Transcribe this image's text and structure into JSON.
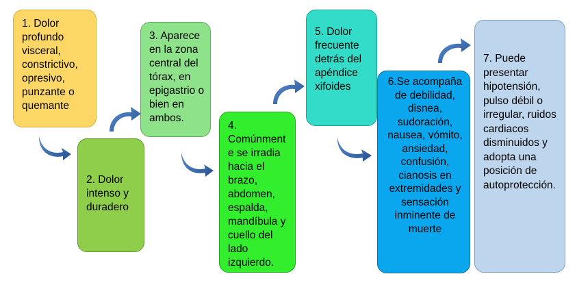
{
  "steps": [
    {
      "id": 1,
      "text": "1. Dolor profundo visceral, constrictivo, opresivo, punzante o quemante",
      "color": "#fdd766",
      "border": "#d9ad3a"
    },
    {
      "id": 2,
      "text": "2. Dolor intenso y duradero",
      "color": "#8ece4b",
      "border": "#5f9a2c"
    },
    {
      "id": 3,
      "text": "3. Aparece en la zona central del tórax, en epigastrio o bien en ambos.",
      "color": "#8ee28a",
      "border": "#5cae58"
    },
    {
      "id": 4,
      "text": "4. Comúnmente se irradia hacia el brazo, abdomen, espalda, mandíbula y cuello del lado izquierdo.",
      "color": "#33ee2c",
      "border": "#1fa81a"
    },
    {
      "id": 5,
      "text": "5. Dolor frecuente detrás del apéndice xifoides",
      "color": "#33dcc8",
      "border": "#1aa595"
    },
    {
      "id": 6,
      "text": "6.Se acompaña de debilidad, disnea, sudoración, nausea, vómito, ansiedad, confusión, cianosis en extremidades y sensación inminente de muerte",
      "color": "#0aa7ee",
      "border": "#0a6fa8"
    },
    {
      "id": 7,
      "text": "7. Puede presentar hipotensión, pulso débil o irregular, ruidos cardiacos disminuidos y adopta una posición de autoprotección.",
      "color": "#bdd6ee",
      "border": "#7e9fc2"
    }
  ],
  "colors": {
    "arrow": "#3c6fb3",
    "arrow_dark": "#24508f"
  }
}
